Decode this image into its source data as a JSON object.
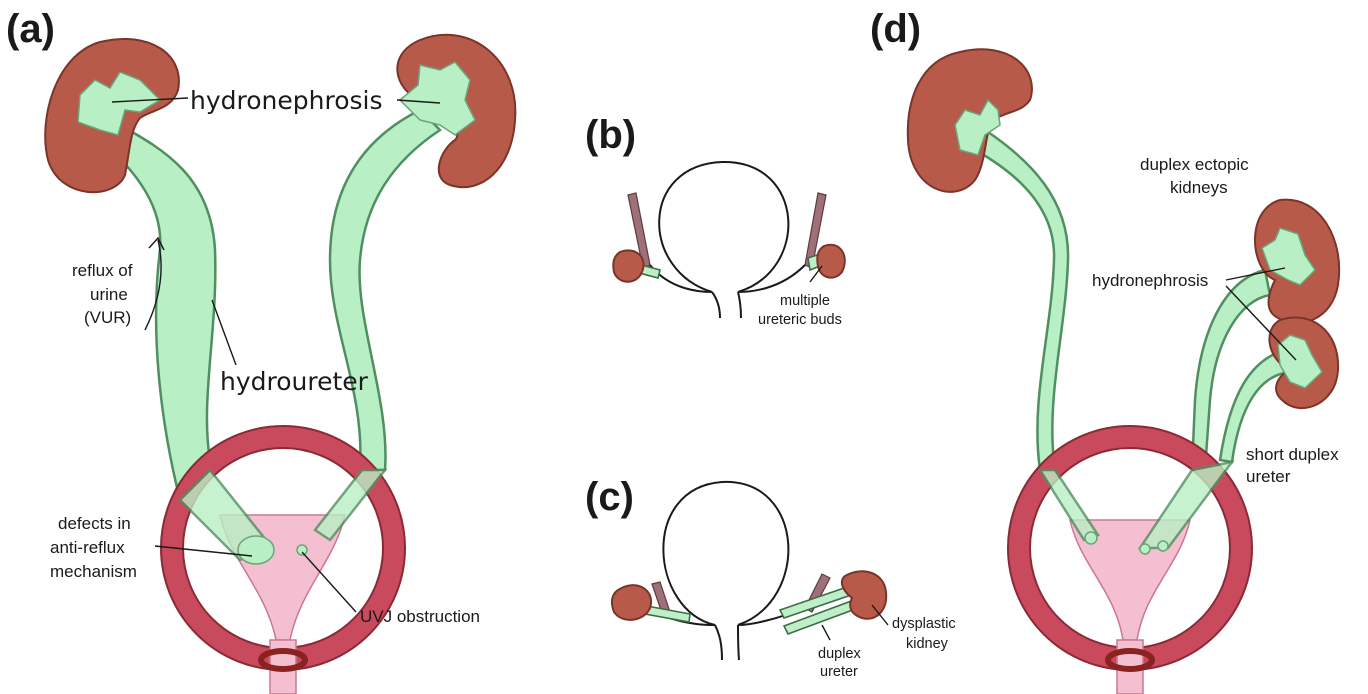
{
  "panels": {
    "a": {
      "letter": "(a)",
      "hydronephrosis": "hydronephrosis",
      "reflux_line1": "reflux of",
      "reflux_line2": "urine",
      "reflux_line3": "(VUR)",
      "hydroureter": "hydroureter",
      "defects_line1": "defects in",
      "defects_line2": "anti-reflux",
      "defects_line3": "mechanism",
      "uvj": "UVJ obstruction"
    },
    "b": {
      "letter": "(b)",
      "buds_line1": "multiple",
      "buds_line2": "ureteric buds"
    },
    "c": {
      "letter": "(c)",
      "duplex_line1": "duplex",
      "duplex_line2": "ureter",
      "dysplastic_line1": "dysplastic",
      "dysplastic_line2": "kidney"
    },
    "d": {
      "letter": "(d)",
      "ectopic_line1": "duplex ectopic",
      "ectopic_line2": "kidneys",
      "hydronephrosis": "hydronephrosis",
      "short_line1": "short duplex",
      "short_line2": "ureter"
    }
  },
  "colors": {
    "kidney": "#b85a4a",
    "ureter": "#b9efc4",
    "bladder_wall": "#c94a5c",
    "urethra": "#f5bfd2"
  }
}
